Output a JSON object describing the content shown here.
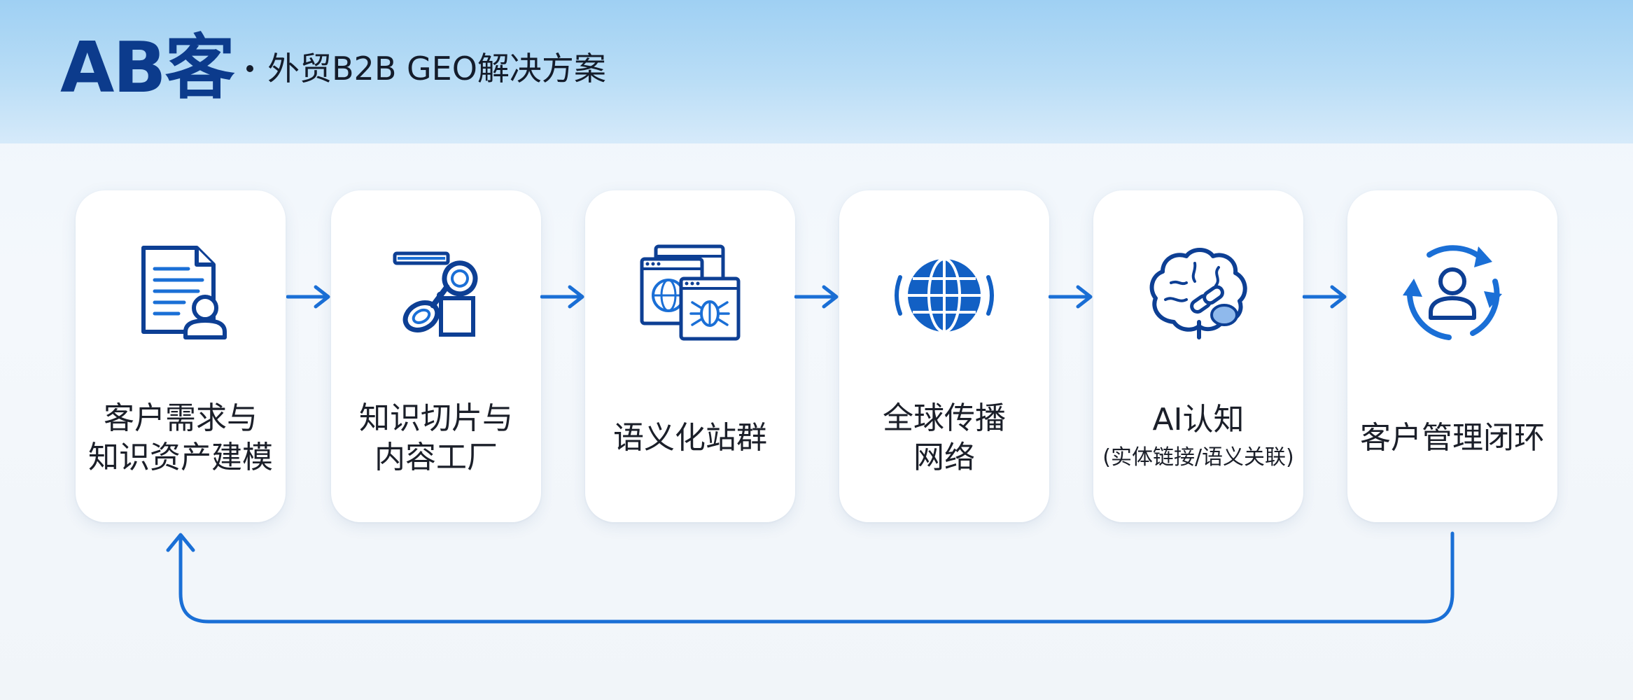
{
  "header": {
    "brand": "AB客",
    "tagline": "外贸B2B GEO解决方案"
  },
  "steps": [
    {
      "icon": "document-person-icon",
      "lines": [
        "客户需求与",
        "知识资产建模"
      ],
      "sub": ""
    },
    {
      "icon": "scissors-icon",
      "lines": [
        "知识切片与",
        "内容工厂"
      ],
      "sub": ""
    },
    {
      "icon": "website-cluster-icon",
      "lines": [
        "语义化站群"
      ],
      "sub": ""
    },
    {
      "icon": "broadcast-globe-icon",
      "lines": [
        "全球传播",
        "网络"
      ],
      "sub": ""
    },
    {
      "icon": "brain-link-icon",
      "lines": [
        "AI认知"
      ],
      "sub": "(实体链接/语义关联)"
    },
    {
      "icon": "cycle-person-icon",
      "lines": [
        "客户管理闭环"
      ],
      "sub": ""
    }
  ],
  "colors": {
    "accent": "#1a6fd6",
    "icon_dark": "#0d3f94",
    "brand": "#0c3b8c",
    "header_bg": "#9fd0f3"
  }
}
